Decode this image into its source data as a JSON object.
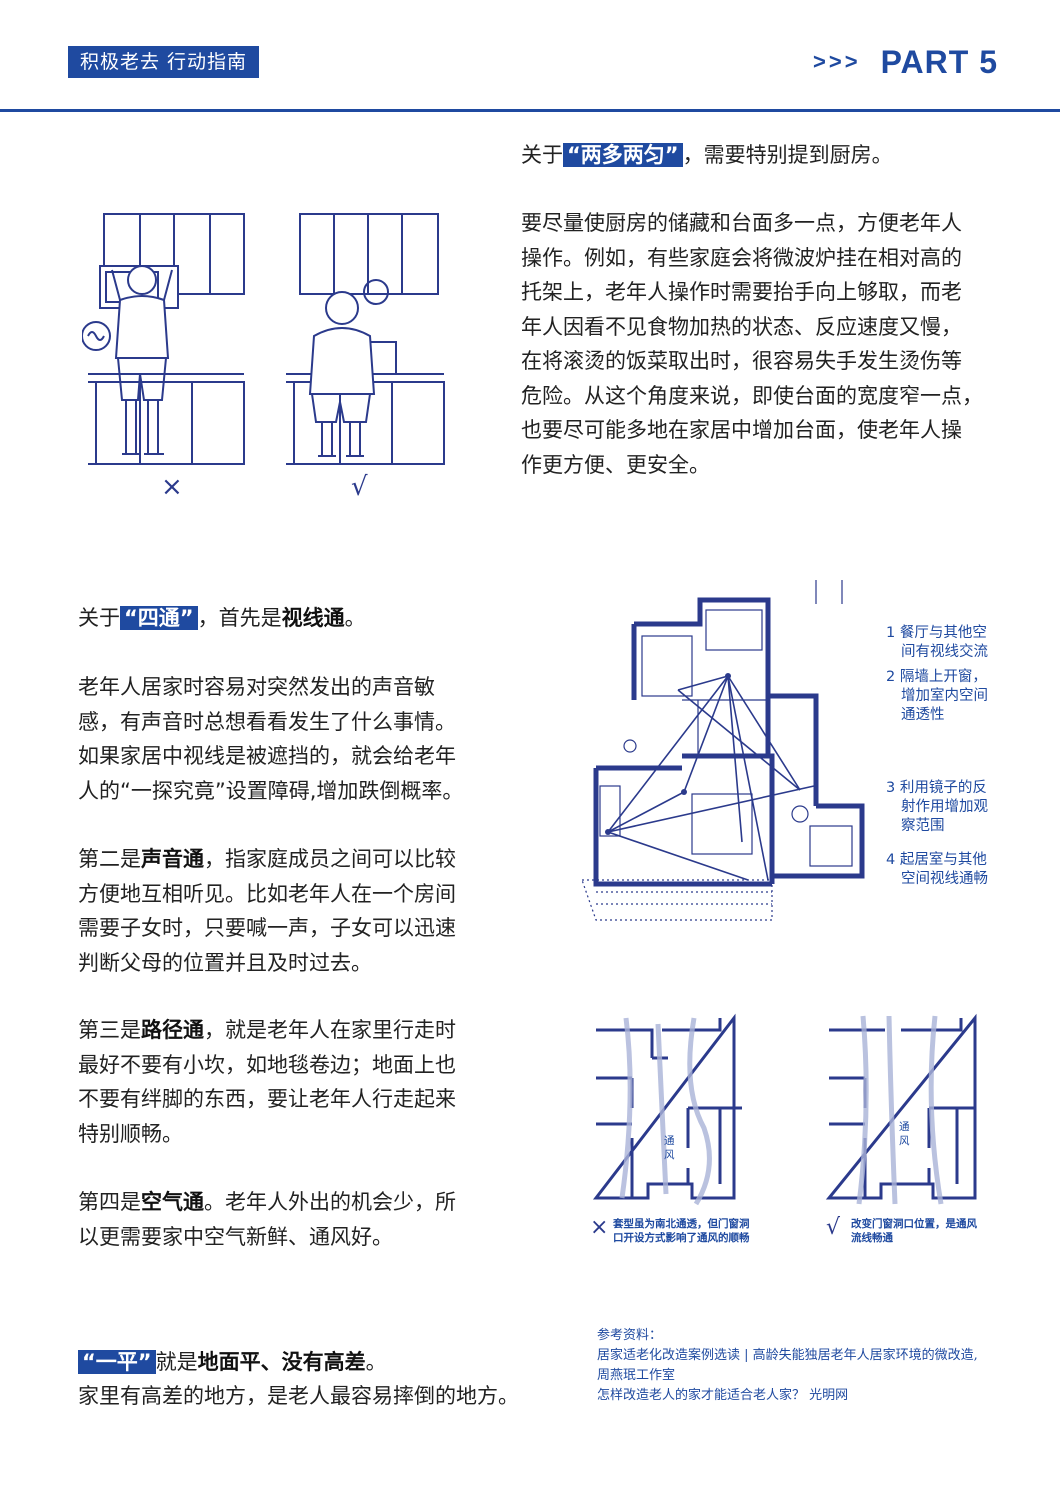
{
  "header": {
    "brand": "积极老去 行动指南",
    "arrows": ">>>",
    "part": "PART 5"
  },
  "kitchen": {
    "intro_pre": "关于",
    "intro_hl": "“两多两匀”",
    "intro_post": "，需要特别提到厨房。",
    "body": [
      "要尽量使厨房的储藏和台面多一点，方便老年人",
      "操作。例如，有些家庭会将微波炉挂在相对高的",
      "托架上，老年人操作时需要抬手向上够取，而老",
      "年人因看不见食物加热的状态、反应速度又慢，",
      "在将滚烫的饭菜取出时，很容易失手发生烫伤等",
      "危险。从这个角度来说，即使台面的宽度窄一点，",
      "也要尽可能多地在家居中增加台面，使老年人操",
      "作更方便、更安全。"
    ],
    "wrong_mark": "×",
    "right_mark": "√"
  },
  "four_links": {
    "intro_pre": "关于",
    "intro_hl": "“四通”",
    "intro_mid": "，首先是",
    "intro_bold": "视线通",
    "intro_end": "。",
    "sight_body": [
      "老年人居家时容易对突然发出的声音敏",
      "感，有声音时总想看看发生了什么事情。",
      "如果家居中视线是被遮挡的，就会给老年",
      "人的“一探究竟”设置障碍,增加跌倒概率。"
    ],
    "sound_pre": "第二是",
    "sound_bold": "声音通",
    "sound_body": [
      "，指家庭成员之间可以比较",
      "方便地互相听见。比如老年人在一个房间",
      "需要子女时，只要喊一声，子女可以迅速",
      "判断父母的位置并且及时过去。"
    ],
    "path_pre": "第三是",
    "path_bold": "路径通",
    "path_body": [
      "，就是老年人在家里行走时",
      "最好不要有小坎，如地毯卷边；地面上也",
      "不要有绊脚的东西，要让老年人行走起来",
      "特别顺畅。"
    ],
    "air_pre": "第四是",
    "air_bold": "空气通",
    "air_body": [
      "。老年人外出的机会少，所",
      "以更需要家中空气新鲜、通风好。"
    ]
  },
  "plan_notes": [
    {
      "num": "1",
      "lines": [
        "餐厅与其他空",
        "间有视线交流"
      ]
    },
    {
      "num": "2",
      "lines": [
        "隔墙上开窗，",
        "增加室内空间",
        "通透性"
      ]
    },
    {
      "num": "3",
      "lines": [
        "利用镜子的反",
        "射作用增加观",
        "察范围"
      ]
    },
    {
      "num": "4",
      "lines": [
        "起居室与其他",
        "空间视线通畅"
      ]
    }
  ],
  "ventilation": {
    "wrong_mark": "×",
    "wrong_caption": [
      "套型虽为南北通透，但门窗洞",
      "口开设方式影响了通风的顺畅"
    ],
    "right_mark": "√",
    "right_caption": [
      "改变门窗洞口位置，是通风",
      "流线畅通"
    ],
    "airflow_label": [
      "通",
      "风"
    ]
  },
  "flat": {
    "hl": "“一平”",
    "mid": "就是",
    "bold": "地面平、没有高差",
    "end": "。",
    "body": "家里有高差的地方，是老人最容易摔倒的地方。"
  },
  "references": {
    "title": "参考资料：",
    "items": [
      "居家适老化改造案例选读 | 高龄失能独居老年人居家环境的微改造,",
      "周燕珉工作室",
      "怎样改造老人的家才能适合老人家？ 光明网"
    ]
  },
  "colors": {
    "brand_blue": "#1f4aa0",
    "illustration_blue": "#2b3a8c"
  }
}
